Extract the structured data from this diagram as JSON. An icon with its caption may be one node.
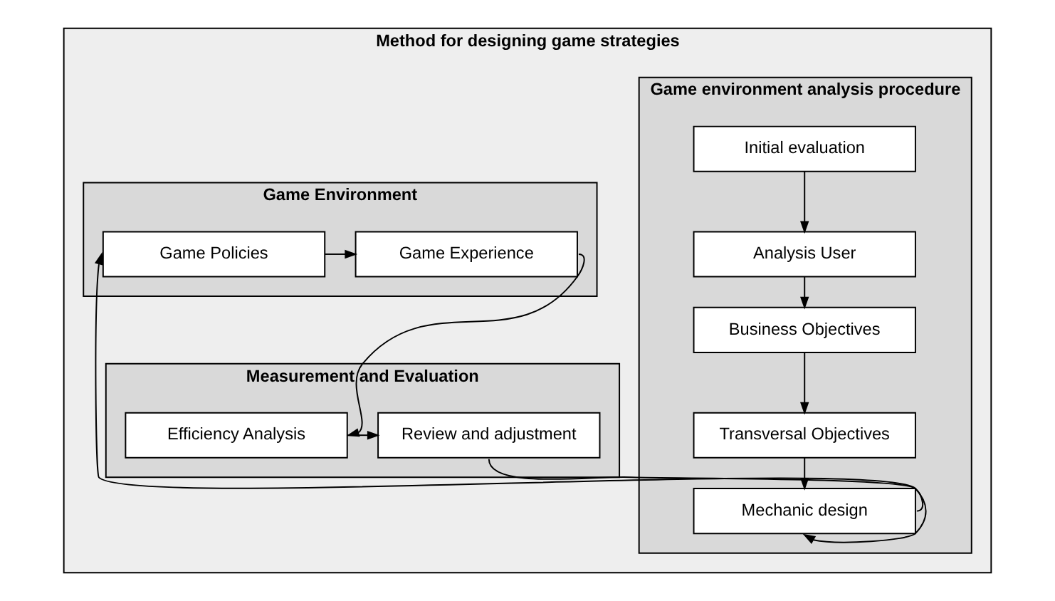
{
  "diagram": {
    "nodes": [
      {
        "text": [
          "Method for designing game strategies"
        ]
      },
      {
        "text": [
          "Game environment analysis procedure"
        ],
        "in": 0
      },
      {
        "text": [
          "Initial evaluation"
        ],
        "in": 1
      },
      {
        "text": [
          "Analysis User"
        ],
        "in": 1
      },
      {
        "text": [
          "Business Objectives"
        ],
        "in": 1
      },
      {
        "text": [
          "Transversal Objectives"
        ],
        "in": 1
      },
      {
        "text": [
          "Mechanic design"
        ],
        "in": 1
      },
      {
        "text": [
          "Game Environment"
        ],
        "in": 0
      },
      {
        "text": [
          "Game Policies"
        ],
        "in": 7
      },
      {
        "text": [
          "Game Experience"
        ],
        "in": 7
      },
      {
        "text": [
          "Measurement and Evaluation"
        ],
        "in": 0
      },
      {
        "text": [
          "Review and adjustment"
        ],
        "in": 10
      },
      {
        "text": [
          "Efficiency Analysis"
        ],
        "in": 10
      }
    ],
    "edges": [
      {
        "from": 2,
        "to": 3,
        "arrow": "to"
      },
      {
        "from": 3,
        "to": 4,
        "arrow": "to"
      },
      {
        "from": 4,
        "to": 5,
        "arrow": "to"
      },
      {
        "from": 5,
        "to": 6,
        "arrow": "to"
      },
      {
        "from": 6,
        "to": 8,
        "arrow": "to"
      },
      {
        "from": 8,
        "to": 9,
        "arrow": "to"
      },
      {
        "from": 9,
        "to": 12,
        "arrow": "to"
      },
      {
        "from": 12,
        "to": 11,
        "arrow": "to"
      },
      {
        "from": 11,
        "to": 6,
        "arrow": "to"
      }
    ]
  }
}
